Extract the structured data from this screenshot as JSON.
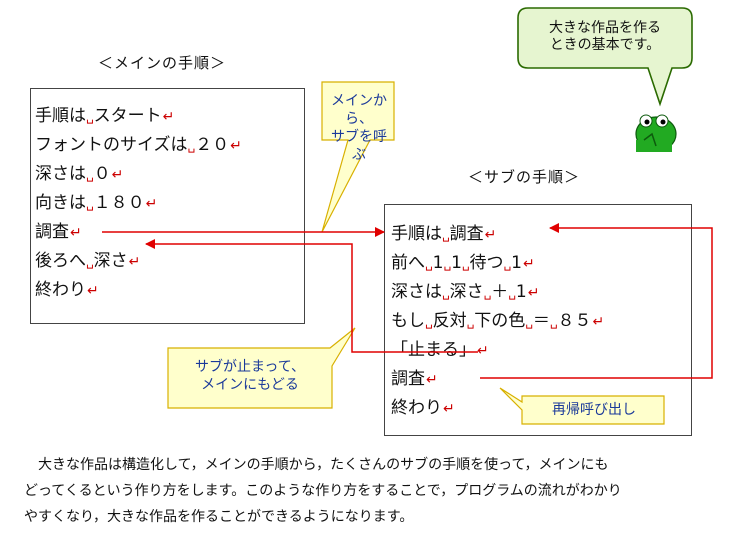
{
  "main": {
    "title": "＜メインの手順＞",
    "lines": [
      [
        "手順は",
        "␣",
        "スタート",
        "↵"
      ],
      [
        "フォントのサイズは",
        "␣",
        "２０",
        "↵"
      ],
      [
        "深さは",
        "␣",
        "０",
        "↵"
      ],
      [
        "向きは",
        "␣",
        "１８０",
        "↵"
      ],
      [
        "調査",
        "",
        "",
        "↵"
      ],
      [
        "後ろへ",
        "␣",
        "深さ",
        "↵"
      ],
      [
        "終わり",
        "",
        "",
        "↵"
      ]
    ]
  },
  "sub": {
    "title": "＜サブの手順＞",
    "lines": [
      [
        "手順は",
        "␣",
        "調査",
        "↵"
      ],
      [
        "前へ",
        "␣",
        "1",
        "␣",
        "1",
        "␣",
        "待つ",
        "␣",
        "1",
        "↵"
      ],
      [
        "深さは",
        "␣",
        "深さ",
        "␣",
        "＋",
        "␣",
        "1",
        "↵"
      ],
      [
        "もし",
        "␣",
        "反対",
        "␣",
        "下の色",
        "␣",
        "＝",
        "␣",
        "８５",
        "↵"
      ],
      [
        "「止まる」",
        "↵"
      ],
      [
        "調査",
        "↵"
      ],
      [
        "終わり",
        "↵"
      ]
    ]
  },
  "callouts": {
    "call_sub": "メインから、\nサブを呼ぶ",
    "return_main": "サブが止まって、\nメインにもどる",
    "speech": "大きな作品を作る\nときの基本です。",
    "recursive": "再帰呼び出し"
  },
  "paragraph": [
    "　大きな作品は構造化して，メインの手順から，たくさんのサブの手順を使って，メインにも",
    "どってくるという作り方をします。このような作り方をすることで，プログラムの流れがわかり",
    "やすくなり，大きな作品を作ることができるようになります。"
  ],
  "colors": {
    "arrow": "#e00000",
    "callout_fill": "#ffffcc",
    "callout_border": "#d8b000",
    "speech_fill": "#e6f5d0",
    "speech_border": "#2a6a00",
    "frog": "#22aa22"
  }
}
